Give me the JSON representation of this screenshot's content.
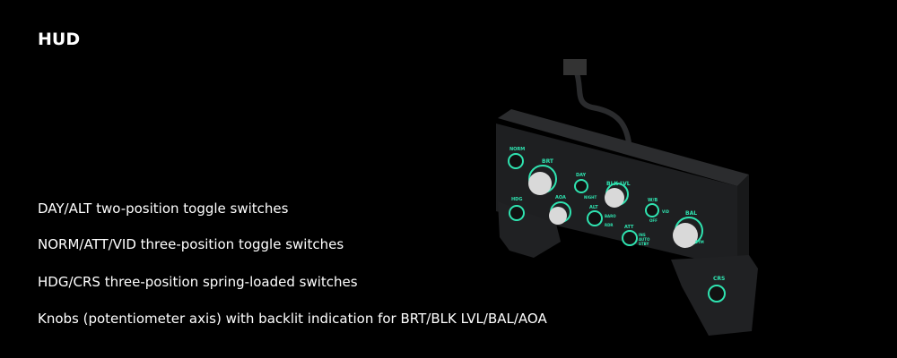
{
  "title": "HUD",
  "features": [
    "DAY/ALT two-position toggle switches",
    "NORM/ATT/VID three-position toggle switches",
    "HDG/CRS three-position spring-loaded switches",
    "Knobs (potentiometer axis) with backlit indication for BRT/BLK LVL/BAL/AOA"
  ],
  "panel_labels": {
    "norm": "NORM",
    "brt": "BRT",
    "hdg": "HDG",
    "aoa": "AOA",
    "day": "DAY",
    "night": "NIGHT",
    "blk_lvl": "BLK LVL",
    "alt": "ALT",
    "baro": "BARO",
    "rdr": "RDR",
    "att": "ATT",
    "wb": "W/B",
    "vid": "VID",
    "off": "OFF",
    "bal": "BAL",
    "sym": "SYM",
    "crs": "CRS",
    "ins": "INS",
    "auto": "AUTO",
    "stby": "STBY"
  },
  "colors": {
    "backlight": "#2fe3b0",
    "panel": "#1e1f21",
    "background": "#000000"
  }
}
